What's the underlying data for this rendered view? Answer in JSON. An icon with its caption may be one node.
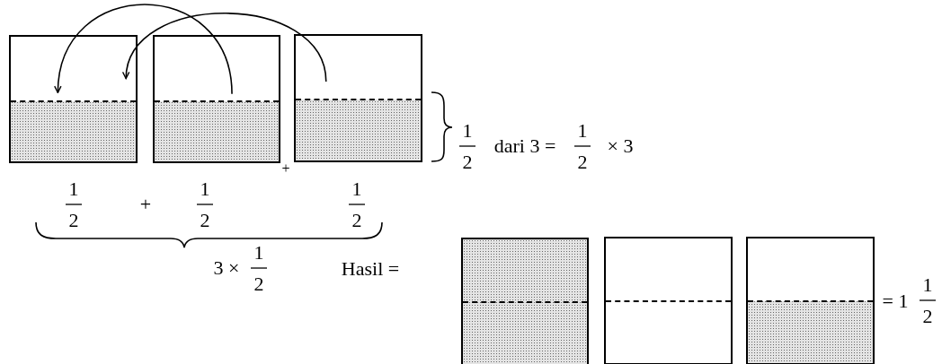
{
  "diagram": {
    "nodes": [
      {
        "text": [],
        "shape": "box"
      },
      {
        "text": [],
        "shape": "box"
      },
      {
        "text": [],
        "shape": "box"
      },
      {
        "text": [],
        "shape": "box"
      },
      {
        "text": [],
        "shape": "box"
      },
      {
        "text": [],
        "shape": "box"
      }
    ],
    "edges": [
      {
        "from": 1,
        "to": 0,
        "arrow": "to"
      },
      {
        "from": 2,
        "to": 0,
        "arrow": "to"
      }
    ],
    "labels": [
      "1",
      "2",
      "dari 3 =",
      "1",
      "2",
      "× 3",
      "+",
      "1",
      "2",
      "+",
      "1",
      "2",
      "1",
      "2",
      "3 ×",
      "1",
      "2",
      "Hasil =",
      "= 1",
      "1",
      "2"
    ]
  }
}
